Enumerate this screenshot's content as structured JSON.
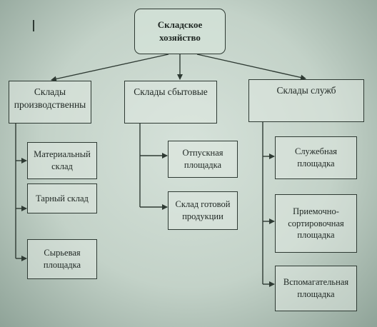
{
  "diagram": {
    "root": {
      "label": "Складское хозяйство"
    },
    "categories": [
      {
        "label": "Склады производственны",
        "children": [
          "Материальный склад",
          "Тарный склад",
          "Сырьевая площадка"
        ]
      },
      {
        "label": "Склады сбытовые",
        "children": [
          "Отпускная площадка",
          "Склад готовой продукции"
        ]
      },
      {
        "label": "Склады служб",
        "children": [
          "Служебная площадка",
          "Приемочно-сортировочная площадка",
          "Вспомагательная площадка"
        ]
      }
    ],
    "colors": {
      "line": "#2e3a33",
      "box_border": "#2e3a33",
      "background": "#c8d6cc"
    }
  }
}
